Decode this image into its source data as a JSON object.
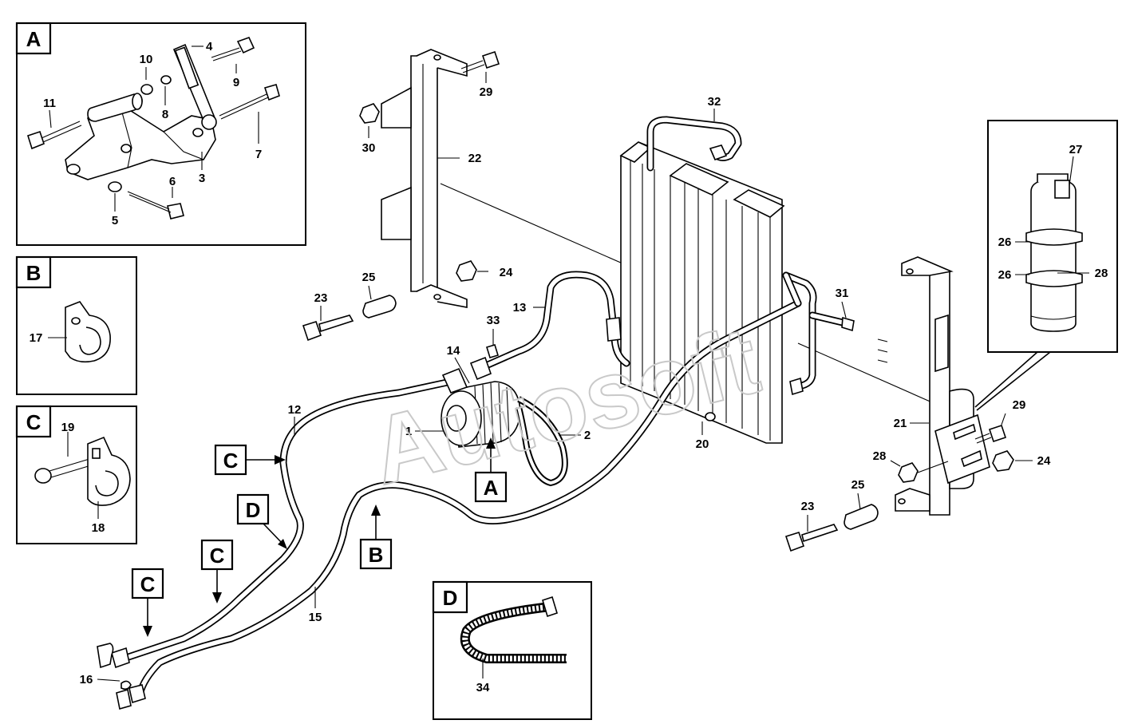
{
  "watermark": "Autosoft",
  "insets": {
    "A": {
      "letter": "A",
      "numbers": [
        "3",
        "4",
        "5",
        "6",
        "7",
        "8",
        "9",
        "10",
        "11"
      ]
    },
    "B": {
      "letter": "B",
      "numbers": [
        "17"
      ]
    },
    "C": {
      "letter": "C",
      "numbers": [
        "18",
        "19"
      ]
    },
    "D": {
      "letter": "D",
      "numbers": [
        "34"
      ]
    }
  },
  "callouts": {
    "compressor": "A",
    "hose_b": "B",
    "hose_c1": "C",
    "hose_c2": "C",
    "hose_c3": "C",
    "hose_d": "D"
  },
  "parts": {
    "p1": "1",
    "p2": "2",
    "p12": "12",
    "p13": "13",
    "p14": "14",
    "p15": "15",
    "p16": "16",
    "p20": "20",
    "p21": "21",
    "p22": "22",
    "p23a": "23",
    "p23b": "23",
    "p24a": "24",
    "p24b": "24",
    "p25a": "25",
    "p25b": "25",
    "p26a": "26",
    "p26b": "26",
    "p27": "27",
    "p28a": "28",
    "p28b": "28",
    "p29a": "29",
    "p29b": "29",
    "p30": "30",
    "p31": "31",
    "p32": "32",
    "p33": "33"
  }
}
